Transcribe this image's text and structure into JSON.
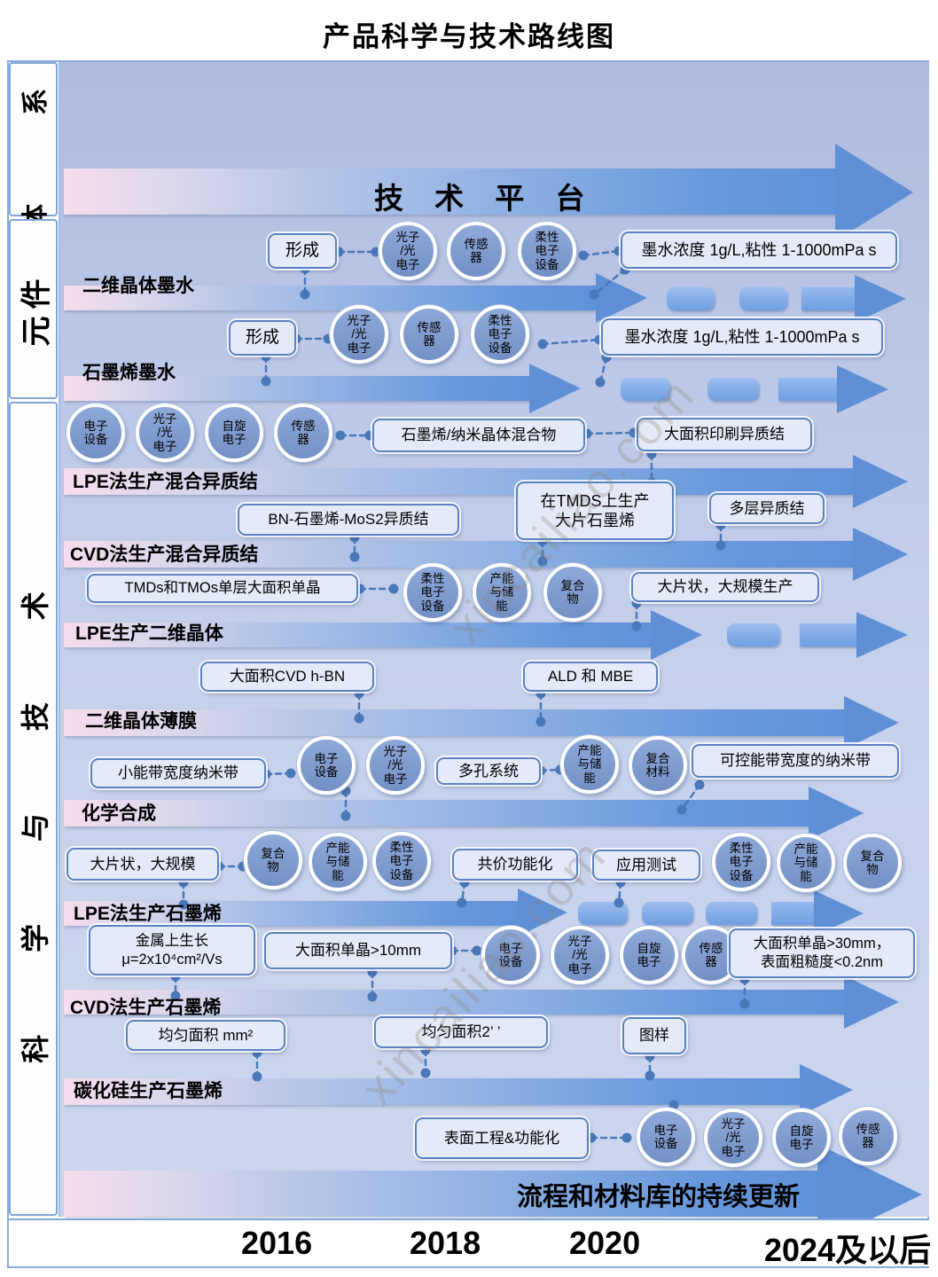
{
  "title": "产品科学与技术路线图",
  "watermark": "xincailiao.com",
  "sidebar": {
    "sections": [
      {
        "label": "体 系"
      },
      {
        "label": "元件"
      },
      {
        "label": "科 学 与 技 术"
      }
    ]
  },
  "platform": {
    "label": "技 术 平 台"
  },
  "rows": {
    "ink2d": {
      "label": "二维晶体墨水",
      "form": "形成",
      "c1": "光子\n/光\n电子",
      "c2": "传感\n器",
      "c3": "柔性\n电子\n设备",
      "spec": "墨水浓度 1g/L,粘性 1-1000mPa s"
    },
    "inkgr": {
      "label": "石墨烯墨水",
      "form": "形成",
      "c1": "光子\n/光\n电子",
      "c2": "传感\n器",
      "c3": "柔性\n电子\n设备",
      "spec": "墨水浓度 1g/L,粘性 1-1000mPa s"
    },
    "lpehet": {
      "label": "LPE法生产混合异质结",
      "c1": "电子\n设备",
      "c2": "光子\n/光\n电子",
      "c3": "自旋\n电子",
      "c4": "传感\n器",
      "mix": "石墨烯/纳米晶体混合物",
      "print": "大面积印刷异质结"
    },
    "cvdhet": {
      "label": "CVD法生产混合异质结",
      "bn": "BN-石墨烯-MoS2异质结",
      "tmds": "在TMDS上生产\n大片石墨烯",
      "multi": "多层异质结"
    },
    "lpe2d": {
      "label": "LPE生产二维晶体",
      "tmd": "TMDs和TMOs单层大面积单晶",
      "c1": "柔性\n电子\n设备",
      "c2": "产能\n与储\n能",
      "c3": "复合\n物",
      "large": "大片状，大规模生产"
    },
    "film": {
      "label": "二维晶体薄膜",
      "hbn": "大面积CVD h-BN",
      "ald": "ALD 和 MBE"
    },
    "chem": {
      "label": "化学合成",
      "nano": "小能带宽度纳米带",
      "c1": "电子\n设备",
      "c2": "光子\n/光\n电子",
      "porous": "多孔系统",
      "c3": "产能\n与储\n能",
      "c4": "复合\n材料",
      "tunable": "可控能带宽度的纳米带"
    },
    "lpegr": {
      "label": "LPE法生产石墨烯",
      "large": "大片状，大规模",
      "c1": "复合\n物",
      "c2": "产能\n与储\n能",
      "c3": "柔性\n电子\n设备",
      "cov": "共价功能化",
      "app": "应用测试",
      "c4": "柔性\n电子\n设备",
      "c5": "产能\n与储\n能",
      "c6": "复合\n物"
    },
    "cvdgr": {
      "label": "CVD法生产石墨烯",
      "metal": "金属上生长\nμ=2x10⁴cm²/Vs",
      "mm10": "大面积单晶>10mm",
      "c1": "电子\n设备",
      "c2": "光子\n/光\n电子",
      "c3": "自旋\n电子",
      "c4": "传感\n器",
      "mm30": "大面积单晶>30mm，\n表面粗糙度<0.2nm"
    },
    "sic": {
      "label": "碳化硅生产石墨烯",
      "mm2": "均匀面积 mm²",
      "inch2": "均匀面积2’ ’",
      "pattern": "图样"
    },
    "surf": {
      "box": "表面工程&功能化",
      "c1": "电子\n设备",
      "c2": "光子\n/光\n电子",
      "c3": "自旋\n电子",
      "c4": "传感\n器",
      "note": "流程和材料库的持续更新"
    }
  },
  "timeline": {
    "labels": [
      "2016",
      "2018",
      "2020",
      "2024及以后"
    ]
  }
}
